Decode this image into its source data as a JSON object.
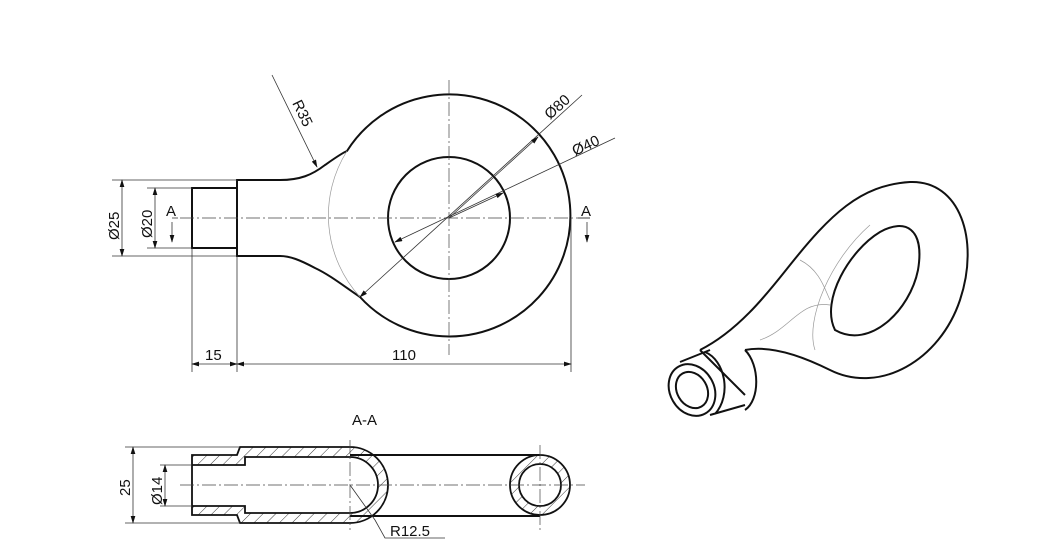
{
  "front_view": {
    "radius_fillet": "R35",
    "dia_outer": "Ø80",
    "dia_inner": "Ø40",
    "dia_flange": "Ø25",
    "dia_end": "Ø20",
    "section_mark_left": "A",
    "section_mark_right": "A",
    "len_end": "15",
    "len_total": "110"
  },
  "section_view": {
    "title": "A-A",
    "height": "25",
    "dia_bore": "Ø14",
    "radius_end": "R12.5"
  }
}
